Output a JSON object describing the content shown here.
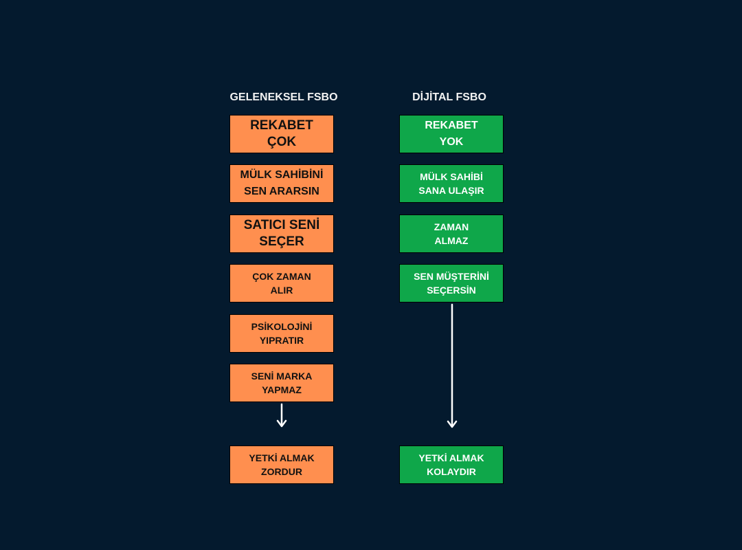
{
  "left_column": {
    "title": "GELENEKSEL FSBO",
    "boxes": [
      "REKABET ÇOK",
      "MÜLK SAHİBİNİ\nSEN ARARSIN",
      "SATICI SENİ\nSEÇER",
      "ÇOK ZAMAN\nALIR",
      "PSİKOLOJİNİ\nYIPRATIR",
      "SENİ MARKA\nYAPMAZ"
    ],
    "result": "YETKİ ALMAK\nZORDUR"
  },
  "right_column": {
    "title": "DİJİTAL FSBO",
    "boxes": [
      "REKABET\nYOK",
      "MÜLK SAHİBİ\nSANA ULAŞIR",
      "ZAMAN\nALMAZ",
      "SEN MÜŞTERİNİ\nSEÇERSİN"
    ],
    "result": "YETKİ ALMAK\nKOLAYDIR"
  },
  "colors": {
    "background": "#041a2e",
    "traditional_box": "#ff8f4f",
    "digital_box": "#0fa74a",
    "arrow": "#ffffff",
    "title_text": "#f2f2f2"
  }
}
